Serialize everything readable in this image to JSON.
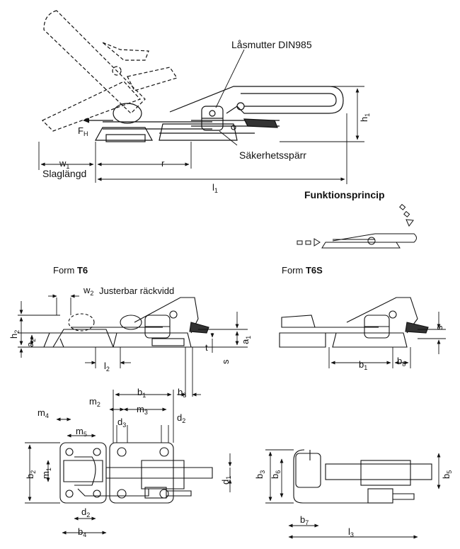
{
  "labels": {
    "lock_nut": "Låsmutter DIN985",
    "safety_catch": "Säkerhetsspärr",
    "stroke": "Slaglängd",
    "principle": "Funktionsprincip",
    "form_t6_prefix": "Form ",
    "form_t6_code": "T6",
    "form_t6s_prefix": "Form ",
    "form_t6s_code": "T6S",
    "adjustable_reach": "Justerbar räckvidd"
  },
  "dims": {
    "w1": "w",
    "w1_sub": "1",
    "r": "r",
    "l1": "l",
    "l1_sub": "1",
    "h1": "h",
    "h1_sub": "1",
    "fh": "F",
    "fh_sub": "H",
    "w2": "w",
    "w2_sub": "2",
    "h2": "h",
    "h2_sub": "2",
    "a2": "a",
    "a2_sub": "2",
    "a1": "a",
    "a1_sub": "1",
    "l2": "l",
    "l2_sub": "2",
    "s": "s",
    "t": "t",
    "s_t6s": "s",
    "b1": "b",
    "b1_sub": "1",
    "b8": "b",
    "b8_sub": "8",
    "b1_t6s": "b",
    "b1_t6s_sub": "1",
    "b8_t6s": "b",
    "b8_t6s_sub": "8",
    "m2": "m",
    "m2_sub": "2",
    "m3": "m",
    "m3_sub": "3",
    "m4": "m",
    "m4_sub": "4",
    "m5": "m",
    "m5_sub": "5",
    "m1": "m",
    "m1_sub": "1",
    "d3": "d",
    "d3_sub": "3",
    "d2_top": "d",
    "d2_top_sub": "2",
    "d2_bot": "d",
    "d2_bot_sub": "2",
    "d1": "d",
    "d1_sub": "1",
    "b2": "b",
    "b2_sub": "2",
    "b4": "b",
    "b4_sub": "4",
    "b3": "b",
    "b3_sub": "3",
    "b6": "b",
    "b6_sub": "6",
    "b5": "b",
    "b5_sub": "5",
    "b7": "b",
    "b7_sub": "7",
    "l3": "l",
    "l3_sub": "3"
  }
}
